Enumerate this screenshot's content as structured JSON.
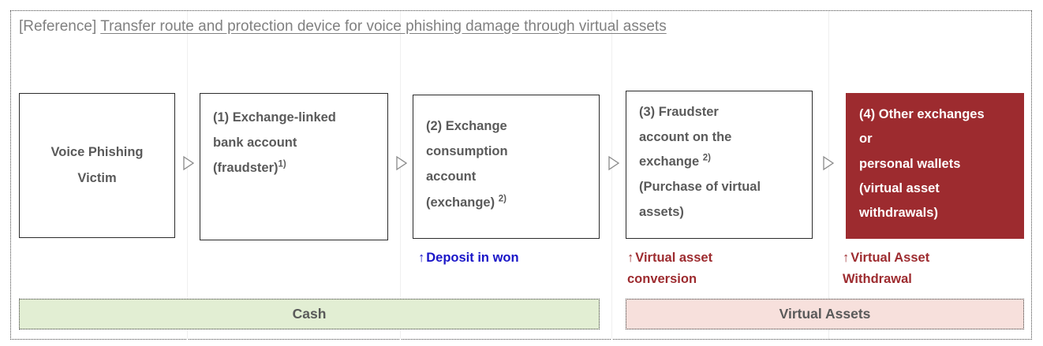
{
  "title": {
    "prefix": "[Reference]",
    "text": "Transfer route and protection device for voice phishing damage through virtual assets"
  },
  "colors": {
    "accent_red": "#9d2b2f",
    "accent_blue": "#1a16c8",
    "cash_band": "#e2eed3",
    "assets_band": "#f7e0dc",
    "box_text": "#5a5a5a",
    "title_text": "#808080"
  },
  "flow": {
    "boxes": [
      {
        "id": "voice-phishing-victim",
        "lines": [
          "Voice Phishing",
          "Victim"
        ],
        "align": "center",
        "style": "outline",
        "superscript": ""
      },
      {
        "id": "exchange-linked-bank-account",
        "lines": [
          "(1) Exchange-linked",
          "bank account",
          "(fraudster)"
        ],
        "align": "left",
        "style": "outline",
        "superscript": "1)"
      },
      {
        "id": "exchange-consumption-account",
        "lines": [
          "(2) Exchange",
          "consumption",
          "account",
          "(exchange) "
        ],
        "align": "left",
        "style": "outline",
        "superscript": "2)"
      },
      {
        "id": "fraudster-account-on-exchange",
        "lines": [
          "(3) Fraudster",
          "account on the",
          "exchange "
        ],
        "align": "left",
        "style": "outline",
        "superscript": "2)",
        "trailing_lines": [
          "(Purchase of virtual",
          "assets)"
        ]
      },
      {
        "id": "other-exchanges-personal-wallets",
        "lines": [
          "(4) Other exchanges",
          "or",
          "personal wallets",
          "(virtual asset",
          "withdrawals)"
        ],
        "align": "left",
        "style": "filled",
        "superscript": ""
      }
    ],
    "arrows": [
      {
        "id": "arrow-1",
        "icon": "triangle-right-icon"
      },
      {
        "id": "arrow-2",
        "icon": "triangle-right-icon"
      },
      {
        "id": "arrow-3",
        "icon": "triangle-right-icon"
      },
      {
        "id": "arrow-4",
        "icon": "triangle-right-icon"
      }
    ],
    "captions": [
      {
        "id": "deposit-in-won",
        "arrow": "↑",
        "lines": [
          "Deposit in won"
        ],
        "color": "blue"
      },
      {
        "id": "virtual-asset-conversion",
        "arrow": "↑",
        "lines": [
          "Virtual asset",
          "conversion"
        ],
        "color": "red"
      },
      {
        "id": "virtual-asset-withdrawal",
        "arrow": "↑",
        "lines": [
          "Virtual Asset",
          "Withdrawal"
        ],
        "color": "red"
      }
    ]
  },
  "bands": [
    {
      "id": "cash-band",
      "label": "Cash"
    },
    {
      "id": "virtual-assets-band",
      "label": "Virtual Assets"
    }
  ]
}
